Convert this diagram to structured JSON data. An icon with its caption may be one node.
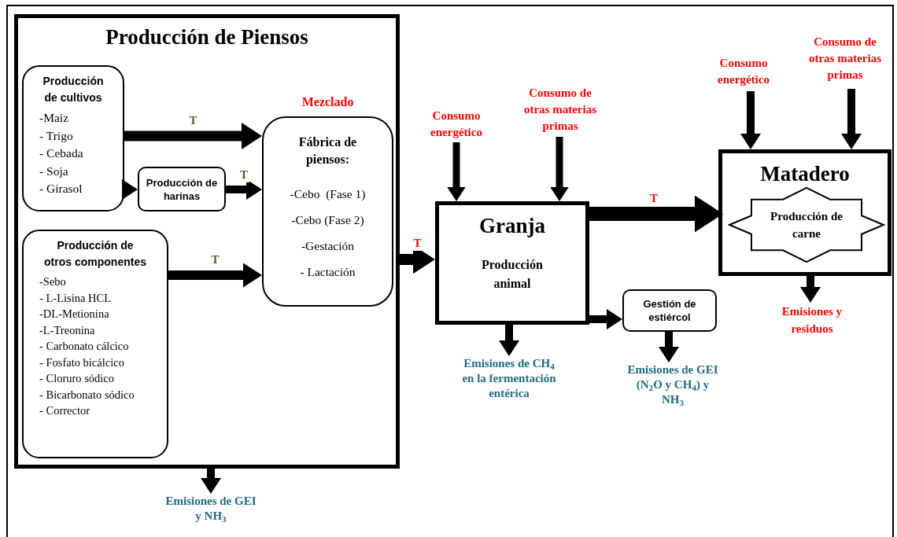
{
  "diagram": {
    "nodes": [
      {
        "text": [
          "Producción de Piensos"
        ]
      },
      {
        "text": [
          "Producción de cultivos",
          "-Maíz",
          "- Trigo",
          "- Cebada",
          "- Soja",
          "- Girasol"
        ],
        "in": 0
      },
      {
        "text": [
          "Producción de harinas"
        ],
        "in": 0
      },
      {
        "text": [
          "Fábrica de piensos:",
          "-Cebo  (Fase 1)",
          "-Cebo (Fase 2)",
          "-Gestación",
          "- Lactación"
        ],
        "in": 0,
        "beside": [
          "Mezclado"
        ]
      },
      {
        "text": [
          "Producción de otros componentes",
          "-Sebo",
          "- L-Lisina HCL",
          "-DL-Metionina",
          "-L-Treonina",
          "- Carbonato cálcico",
          "- Fosfato bicálcico",
          "- Cloruro sódico",
          "- Bicarbonato sódico",
          "- Corrector"
        ],
        "in": 0
      },
      {
        "text": [
          "Emisiones de GEI y NH$_{3}$"
        ]
      },
      {
        "text": [
          "Consumo energético"
        ]
      },
      {
        "text": [
          "Consumo de otras materias primas"
        ]
      },
      {
        "text": [
          "Granja",
          "Producción animal"
        ]
      },
      {
        "text": [
          "Gestión de estiércol"
        ]
      },
      {
        "text": [
          "Emisiones de CH$_{4}$ en la fermentación entérica"
        ]
      },
      {
        "text": [
          "Emisiones de GEI (N$_{2}$O y CH$_{4}$) y NH$_{3}$"
        ]
      },
      {
        "text": [
          "Consumo energético"
        ]
      },
      {
        "text": [
          "Consumo de otras materias primas"
        ]
      },
      {
        "text": [
          "Matadero"
        ]
      },
      {
        "text": [
          "Producción de carne"
        ],
        "in": 14
      },
      {
        "text": [
          "Emisiones y residuos"
        ]
      }
    ],
    "edges": [
      {
        "from": 1,
        "to": 3,
        "arrow": "to",
        "label": "T"
      },
      {
        "from": 1,
        "to": 2,
        "arrow": "to"
      },
      {
        "from": 2,
        "to": 3,
        "arrow": "to",
        "label": "T"
      },
      {
        "from": 4,
        "to": 3,
        "arrow": "to",
        "label": "T"
      },
      {
        "from": 0,
        "to": 8,
        "arrow": "to",
        "label": "T"
      },
      {
        "from": 0,
        "to": 5,
        "arrow": "to"
      },
      {
        "from": 6,
        "to": 8,
        "arrow": "to"
      },
      {
        "from": 7,
        "to": 8,
        "arrow": "to"
      },
      {
        "from": 8,
        "to": 14,
        "arrow": "to",
        "label": "T",
        "style": "thick"
      },
      {
        "from": 8,
        "to": 9,
        "arrow": "to"
      },
      {
        "from": 8,
        "to": 10,
        "arrow": "to"
      },
      {
        "from": 9,
        "to": 11,
        "arrow": "to"
      },
      {
        "from": 12,
        "to": 14,
        "arrow": "to"
      },
      {
        "from": 13,
        "to": 14,
        "arrow": "to"
      },
      {
        "from": 14,
        "to": 16,
        "arrow": "to"
      }
    ]
  }
}
